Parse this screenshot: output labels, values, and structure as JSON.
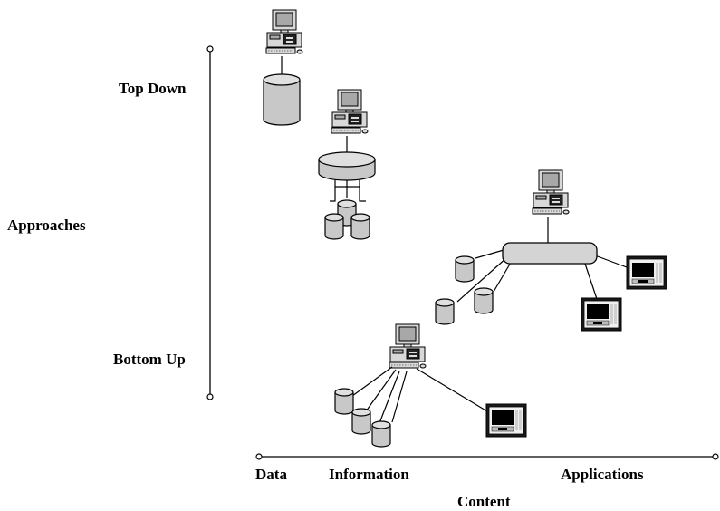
{
  "vertical_axis": {
    "title": "Approaches",
    "top_label": "Top Down",
    "bottom_label": "Bottom Up"
  },
  "horizontal_axis": {
    "title": "Content",
    "ticks": [
      "Data",
      "Information",
      "Applications"
    ]
  },
  "icons": {
    "computer": "computer-icon",
    "database": "database-cylinder-icon",
    "central_store": "central-data-store-icon",
    "service_bus": "service-bus-icon",
    "application": "application-window-icon"
  },
  "colors": {
    "ink": "#000000",
    "device_fill": "#c8c8c8",
    "background": "#ffffff"
  }
}
